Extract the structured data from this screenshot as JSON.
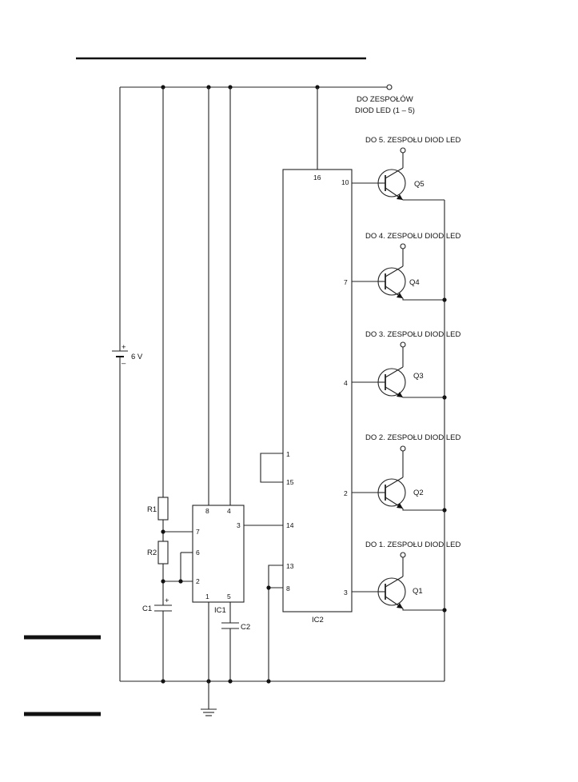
{
  "top_output": {
    "line1": "DO ZESPOŁÓW",
    "line2": "DIOD LED (1 – 5)"
  },
  "battery": {
    "plus": "+",
    "minus": "–",
    "voltage": "6 V"
  },
  "resistors": {
    "r1": "R1",
    "r2": "R2"
  },
  "capacitors": {
    "c1": "C1",
    "c1_plus": "+",
    "c2": "C2"
  },
  "ic1": {
    "name": "IC1",
    "pins": {
      "p8": "8",
      "p4": "4",
      "p7": "7",
      "p6": "6",
      "p2": "2",
      "p3": "3",
      "p1": "1",
      "p5": "5"
    }
  },
  "ic2": {
    "name": "IC2",
    "pins": {
      "p16": "16",
      "p1": "1",
      "p15": "15",
      "p14": "14",
      "p13": "13",
      "p8": "8",
      "p10": "10",
      "p7": "7",
      "p4": "4",
      "p2": "2",
      "p3": "3"
    }
  },
  "transistors": [
    {
      "name": "Q5",
      "label": "DO 5. ZESPOŁU DIOD LED"
    },
    {
      "name": "Q4",
      "label": "DO 4. ZESPOŁU DIOD LED"
    },
    {
      "name": "Q3",
      "label": "DO 3. ZESPOŁU DIOD LED"
    },
    {
      "name": "Q2",
      "label": "DO 2. ZESPOŁU DIOD LED"
    },
    {
      "name": "Q1",
      "label": "DO 1. ZESPOŁU DIOD LED"
    }
  ]
}
